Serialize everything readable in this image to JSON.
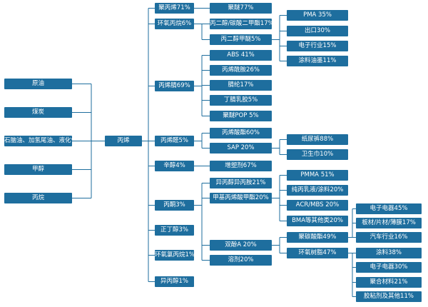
{
  "colors": {
    "node": "#1e6e9e",
    "text": "#ffffff",
    "line": "#1e6e9e",
    "caption": "#5a7f99"
  },
  "sources": [
    {
      "label": "原油",
      "caption": ""
    },
    {
      "label": "煤炭",
      "caption": ""
    },
    {
      "label": "石脑油、加氢尾油、液化气",
      "caption": ""
    },
    {
      "label": "甲醇",
      "caption": ""
    },
    {
      "label": "丙烷",
      "caption": ""
    }
  ],
  "center": "丙烯",
  "level1": [
    "聚丙烯71%",
    "环氧丙烷6%",
    "丙烯腈69%",
    "丙烯醛5%",
    "辛醇4%",
    "丙酮3%",
    "正丁醇3%",
    "环氧氯丙烷1%",
    "异丙醇1%"
  ],
  "level2": [
    "聚醚77%",
    "丙二醇/碳酸二甲酯17%",
    "丙二醇甲醚5%",
    "ABS 41%",
    "丙烯酰胺26%",
    "腈纶17%",
    "丁腈乳胶5%",
    "聚醚POP 5%",
    "丙烯酸酯60%",
    "SAP 20%",
    "增塑剂67%",
    "异丙醇异丙胺21%",
    "甲基丙烯酸甲酯20%",
    "双酚A 20%",
    "溶剂20%"
  ],
  "level3": [
    "PMA 35%",
    "出口30%",
    "电子行业15%",
    "涂料油墨11%",
    "纸尿裤88%",
    "卫生巾10%",
    "PMMA 51%",
    "纯丙乳液/涂料20%",
    "ACR/MBS 20%",
    "BMA等其他类20%",
    "聚碳酸酯49%",
    "环氧树脂47%"
  ],
  "level4": [
    "电子电器45%",
    "板材/片材/薄膜17%",
    "汽车行业16%",
    "涂料38%",
    "电子电器30%",
    "聚合材料21%",
    "胶粘剂及其他11%"
  ]
}
